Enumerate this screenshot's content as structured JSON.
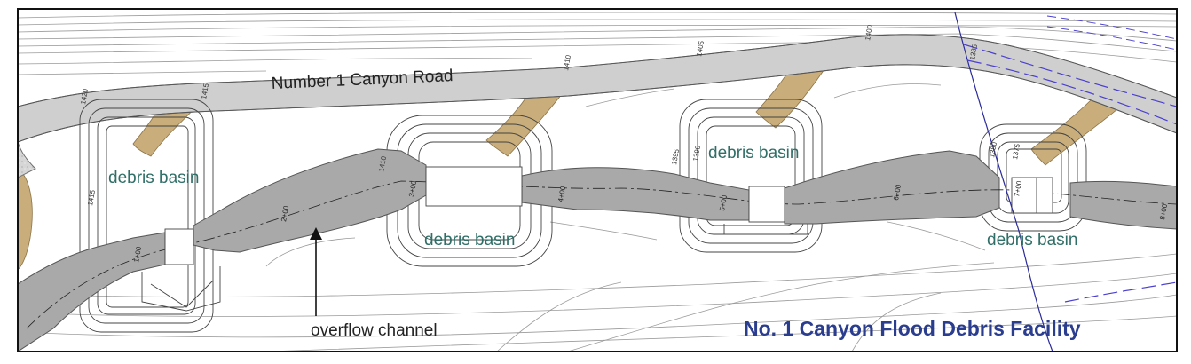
{
  "map": {
    "title": "No. 1 Canyon Flood Debris Facility",
    "road_label": "Number 1 Canyon Road",
    "basins": [
      {
        "label": "debris basin"
      },
      {
        "label": "debris basin"
      },
      {
        "label": "debris basin"
      },
      {
        "label": "debris basin"
      }
    ],
    "callout_label": "overflow channel",
    "elevation_labels": [
      "1420",
      "1415",
      "1410",
      "1405",
      "1400",
      "1395",
      "1390",
      "1385",
      "1380",
      "1375",
      "1410",
      "1415"
    ],
    "station_labels": [
      "1+00",
      "2+00",
      "3+00",
      "4+00",
      "5+00",
      "6+00",
      "7+00",
      "8+00"
    ],
    "colors": {
      "title": "#2b3d8f",
      "basin_label": "#2f6f67",
      "channel": "#a9a9a9",
      "sediment": "#c9ad7a",
      "boundary_line": "#2b2b9a"
    }
  }
}
